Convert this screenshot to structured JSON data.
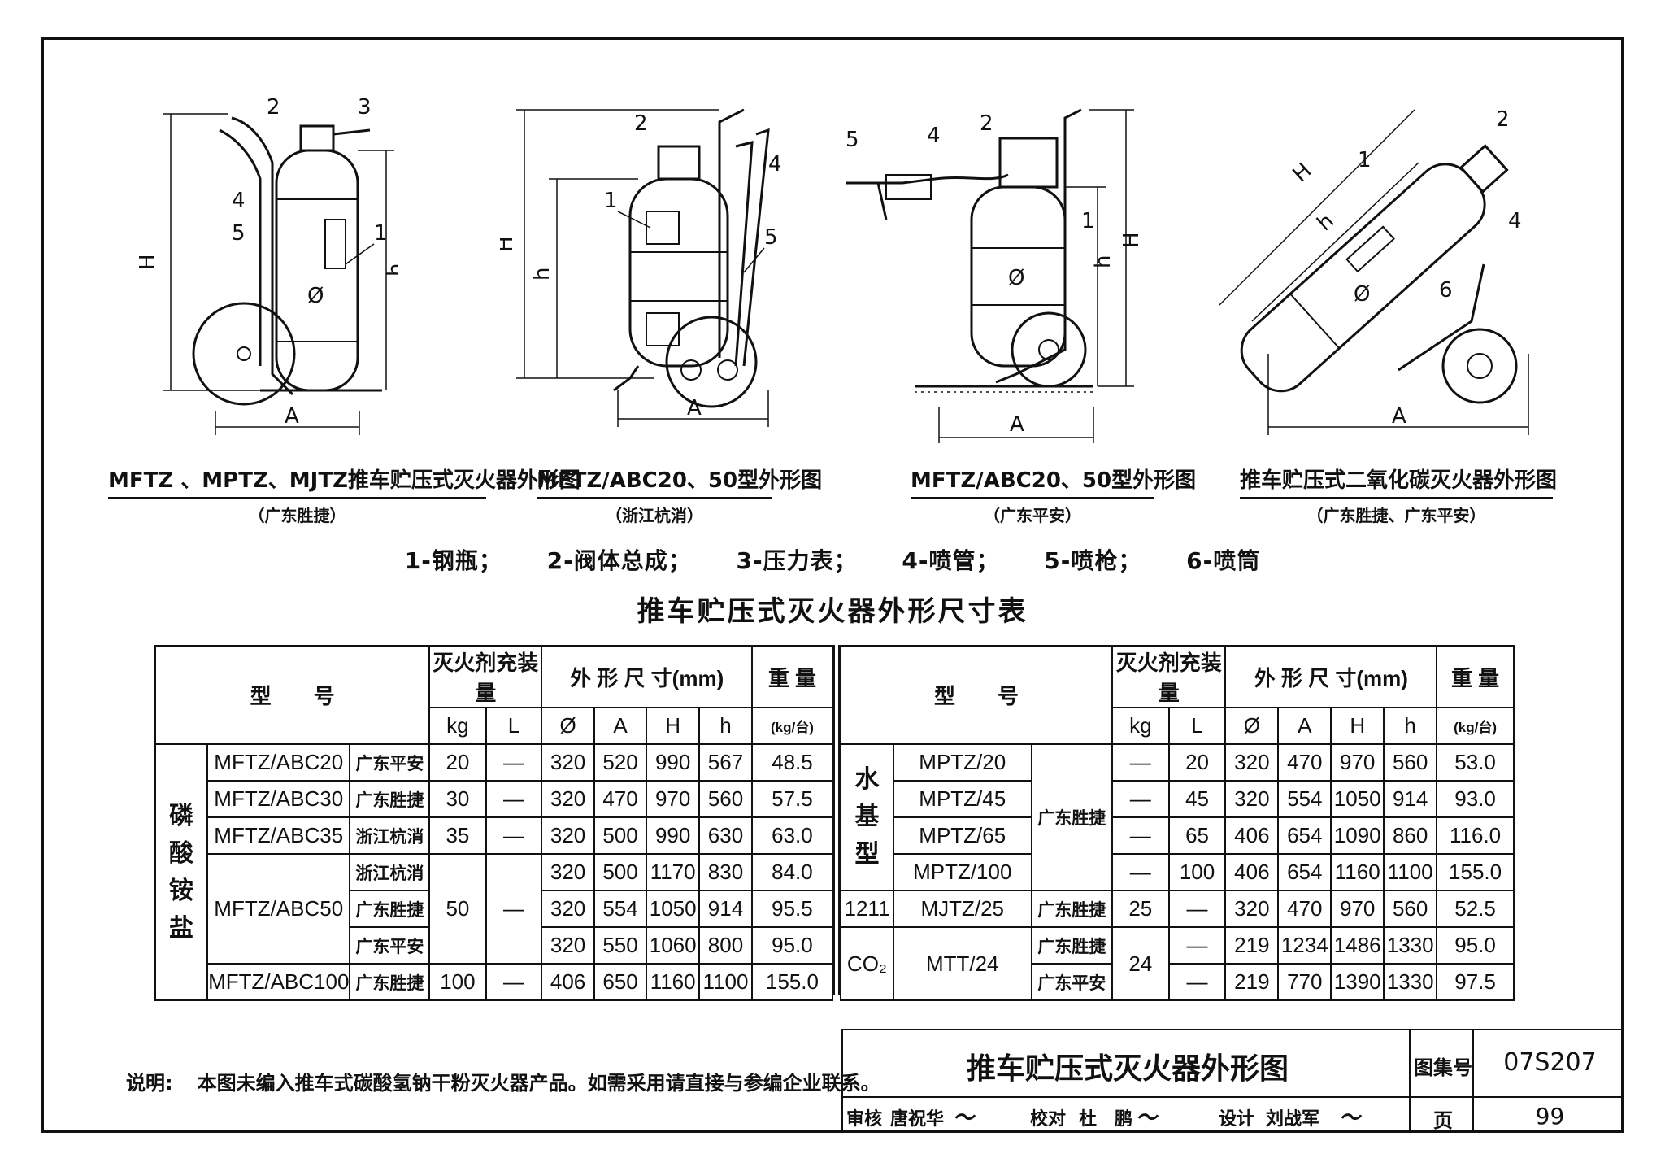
{
  "figures": [
    {
      "caption": "MFTZ 、MPTZ、MJTZ推车贮压式灭火器外形图",
      "source": "（广东胜捷）",
      "labels": [
        "1",
        "2",
        "3",
        "4",
        "5",
        "H",
        "h",
        "Ø",
        "A"
      ]
    },
    {
      "caption": "MFTZ/ABC20、50型外形图",
      "source": "（浙江杭消）",
      "labels": [
        "1",
        "2",
        "4",
        "5",
        "H",
        "h",
        "A"
      ]
    },
    {
      "caption": "MFTZ/ABC20、50型外形图",
      "source": "（广东平安）",
      "labels": [
        "1",
        "2",
        "4",
        "5",
        "H",
        "h",
        "Ø",
        "A"
      ]
    },
    {
      "caption": "推车贮压式二氧化碳灭火器外形图",
      "source": "（广东胜捷、广东平安）",
      "labels": [
        "1",
        "2",
        "4",
        "6",
        "H",
        "h",
        "Ø",
        "A"
      ]
    }
  ],
  "legend": [
    "1-钢瓶；",
    "2-阀体总成；",
    "3-压力表；",
    "4-喷管；",
    "5-喷枪；",
    "6-喷筒"
  ],
  "table_title": "推车贮压式灭火器外形尺寸表",
  "table_header": {
    "model": "型　　号",
    "charge": "灭火剂充装量",
    "dims": "外 形 尺 寸(mm)",
    "weight": "重 量",
    "weight_unit": "(kg/台)",
    "kg": "kg",
    "L": "L",
    "phi": "Ø",
    "A": "A",
    "H": "H",
    "h": "h"
  },
  "left_table": {
    "group": "磷酸铵盐",
    "rows": [
      {
        "model": "MFTZ/ABC20",
        "mfr": "广东平安",
        "kg": "20",
        "L": "—",
        "phi": "320",
        "A": "520",
        "H": "990",
        "h": "567",
        "w": "48.5"
      },
      {
        "model": "MFTZ/ABC30",
        "mfr": "广东胜捷",
        "kg": "30",
        "L": "—",
        "phi": "320",
        "A": "470",
        "H": "970",
        "h": "560",
        "w": "57.5"
      },
      {
        "model": "MFTZ/ABC35",
        "mfr": "浙江杭消",
        "kg": "35",
        "L": "—",
        "phi": "320",
        "A": "500",
        "H": "990",
        "h": "630",
        "w": "63.0"
      },
      {
        "model": "MFTZ/ABC50",
        "mfr": "浙江杭消",
        "kg": "50",
        "L": "—",
        "phi": "320",
        "A": "500",
        "H": "1170",
        "h": "830",
        "w": "84.0"
      },
      {
        "model": "",
        "mfr": "广东胜捷",
        "kg": "",
        "L": "",
        "phi": "320",
        "A": "554",
        "H": "1050",
        "h": "914",
        "w": "95.5"
      },
      {
        "model": "",
        "mfr": "广东平安",
        "kg": "",
        "L": "",
        "phi": "320",
        "A": "550",
        "H": "1060",
        "h": "800",
        "w": "95.0"
      },
      {
        "model": "MFTZ/ABC100",
        "mfr": "广东胜捷",
        "kg": "100",
        "L": "—",
        "phi": "406",
        "A": "650",
        "H": "1160",
        "h": "1100",
        "w": "155.0"
      }
    ]
  },
  "right_table": {
    "group_water": "水基型",
    "group_1211": "1211",
    "group_co2": "CO₂",
    "water_mfr": "广东胜捷",
    "co2_kg": "24",
    "rows": [
      {
        "model": "MPTZ/20",
        "mfr": "",
        "kg": "—",
        "L": "20",
        "phi": "320",
        "A": "470",
        "H": "970",
        "h": "560",
        "w": "53.0"
      },
      {
        "model": "MPTZ/45",
        "mfr": "",
        "kg": "—",
        "L": "45",
        "phi": "320",
        "A": "554",
        "H": "1050",
        "h": "914",
        "w": "93.0"
      },
      {
        "model": "MPTZ/65",
        "mfr": "",
        "kg": "—",
        "L": "65",
        "phi": "406",
        "A": "654",
        "H": "1090",
        "h": "860",
        "w": "116.0"
      },
      {
        "model": "MPTZ/100",
        "mfr": "",
        "kg": "—",
        "L": "100",
        "phi": "406",
        "A": "654",
        "H": "1160",
        "h": "1100",
        "w": "155.0"
      },
      {
        "model": "MJTZ/25",
        "mfr": "广东胜捷",
        "kg": "25",
        "L": "—",
        "phi": "320",
        "A": "470",
        "H": "970",
        "h": "560",
        "w": "52.5"
      },
      {
        "model": "MTT/24",
        "mfr": "广东胜捷",
        "kg": "",
        "L": "—",
        "phi": "219",
        "A": "1234",
        "H": "1486",
        "h": "1330",
        "w": "95.0"
      },
      {
        "model": "",
        "mfr": "广东平安",
        "kg": "",
        "L": "—",
        "phi": "219",
        "A": "770",
        "H": "1390",
        "h": "1330",
        "w": "97.5"
      }
    ]
  },
  "note_label": "说明:",
  "note_text": "本图未编入推车式碳酸氢钠干粉灭火器产品。如需采用请直接与参编企业联系。",
  "title_block": {
    "title": "推车贮压式灭火器外形图",
    "atlas_label": "图集号",
    "atlas_no": "07S207",
    "page_label": "页",
    "page_no": "99",
    "review_label": "审核",
    "reviewer": "唐祝华",
    "check_label": "校对",
    "checker": "杜　鹏",
    "design_label": "设计",
    "designer": "刘战军"
  }
}
